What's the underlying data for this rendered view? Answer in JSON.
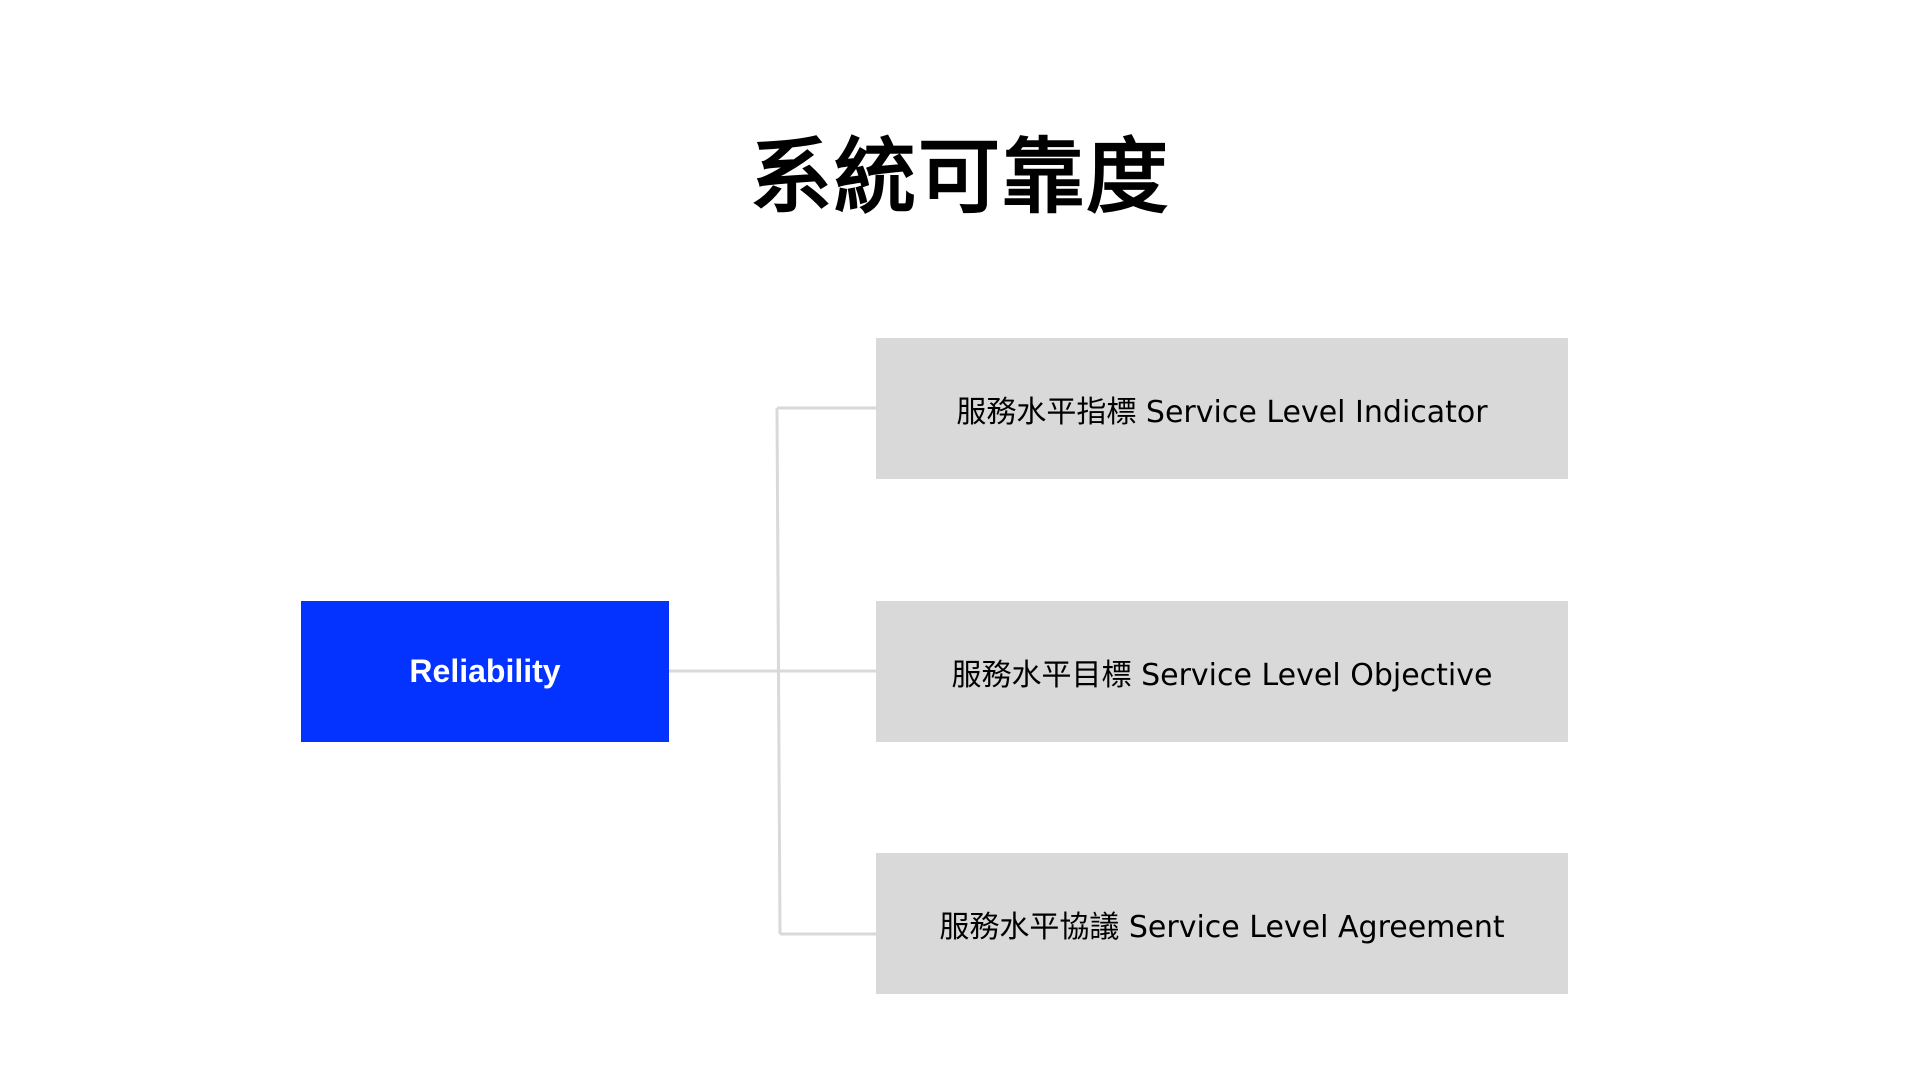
{
  "title": "系統可靠度",
  "root": {
    "label": "Reliability"
  },
  "children": [
    {
      "label": "服務水平指標 Service Level Indicator"
    },
    {
      "label": "服務水平目標 Service Level Objective"
    },
    {
      "label": "服務水平協議 Service Level Agreement"
    }
  ],
  "colors": {
    "root_fill": "#0433ff",
    "child_fill": "#d9d9d9",
    "connector": "#d9d9d9",
    "title_text": "#000000"
  }
}
